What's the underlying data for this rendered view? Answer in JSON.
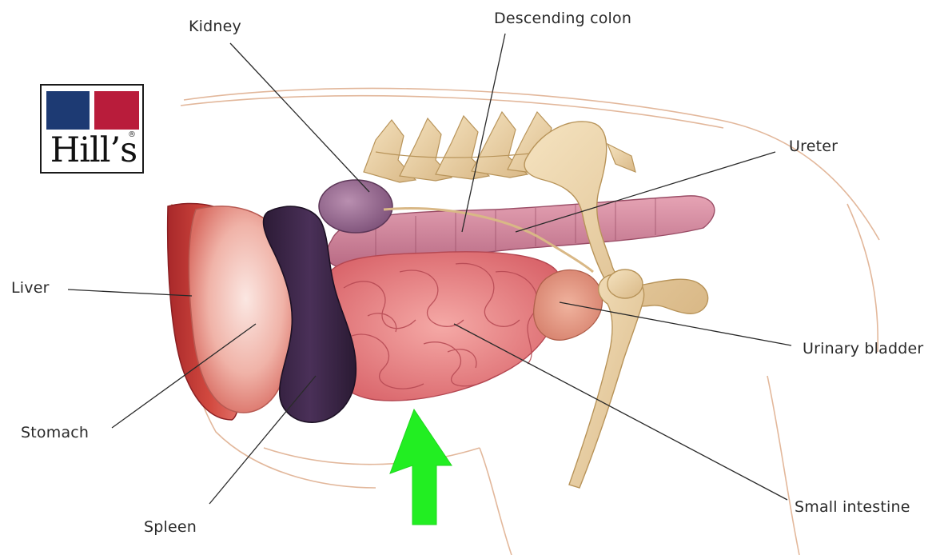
{
  "logo": {
    "text": "Hill’s",
    "mark": "®",
    "colors": {
      "blue": "#1d3a73",
      "red": "#b91c3b"
    }
  },
  "labels": {
    "kidney": "Kidney",
    "descending_colon": "Descending colon",
    "ureter": "Ureter",
    "liver": "Liver",
    "urinary_bladder": "Urinary bladder",
    "stomach": "Stomach",
    "spleen": "Spleen",
    "small_intestine": "Small intestine"
  },
  "arrow": {
    "color": "#22ee22",
    "direction": "up"
  }
}
